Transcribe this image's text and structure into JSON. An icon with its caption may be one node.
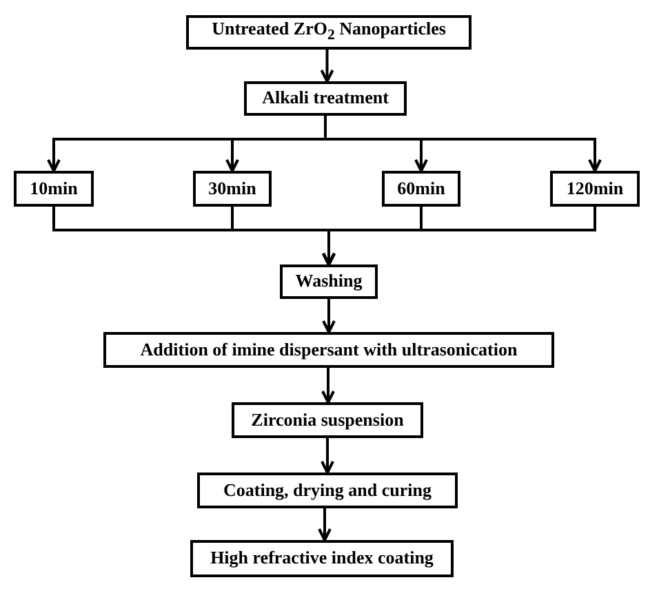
{
  "diagram": {
    "nodes": [
      {
        "text": [
          "Untreated ZrO$_{2}$ Nanoparticles"
        ]
      },
      {
        "text": [
          "Alkali treatment"
        ]
      },
      {
        "text": [
          "10min"
        ]
      },
      {
        "text": [
          "30min"
        ]
      },
      {
        "text": [
          "60min"
        ]
      },
      {
        "text": [
          "120min"
        ]
      },
      {
        "text": [
          "Washing"
        ]
      },
      {
        "text": [
          "Addition of imine dispersant with ultrasonication"
        ]
      },
      {
        "text": [
          "Zirconia suspension"
        ]
      },
      {
        "text": [
          "Coating, drying and curing"
        ]
      },
      {
        "text": [
          "High refractive index coating"
        ]
      }
    ],
    "edges": [
      {
        "from": 0,
        "to": 1,
        "arrow": "to"
      },
      {
        "from": 1,
        "to": 2,
        "arrow": "to"
      },
      {
        "from": 1,
        "to": 3,
        "arrow": "to"
      },
      {
        "from": 1,
        "to": 4,
        "arrow": "to"
      },
      {
        "from": 1,
        "to": 5,
        "arrow": "to"
      },
      {
        "from": 2,
        "to": 6,
        "arrow": "to"
      },
      {
        "from": 3,
        "to": 6,
        "arrow": "to"
      },
      {
        "from": 4,
        "to": 6,
        "arrow": "to"
      },
      {
        "from": 5,
        "to": 6,
        "arrow": "to"
      },
      {
        "from": 6,
        "to": 7,
        "arrow": "to"
      },
      {
        "from": 7,
        "to": 8,
        "arrow": "to"
      },
      {
        "from": 8,
        "to": 9,
        "arrow": "to"
      },
      {
        "from": 9,
        "to": 10,
        "arrow": "to"
      }
    ]
  }
}
